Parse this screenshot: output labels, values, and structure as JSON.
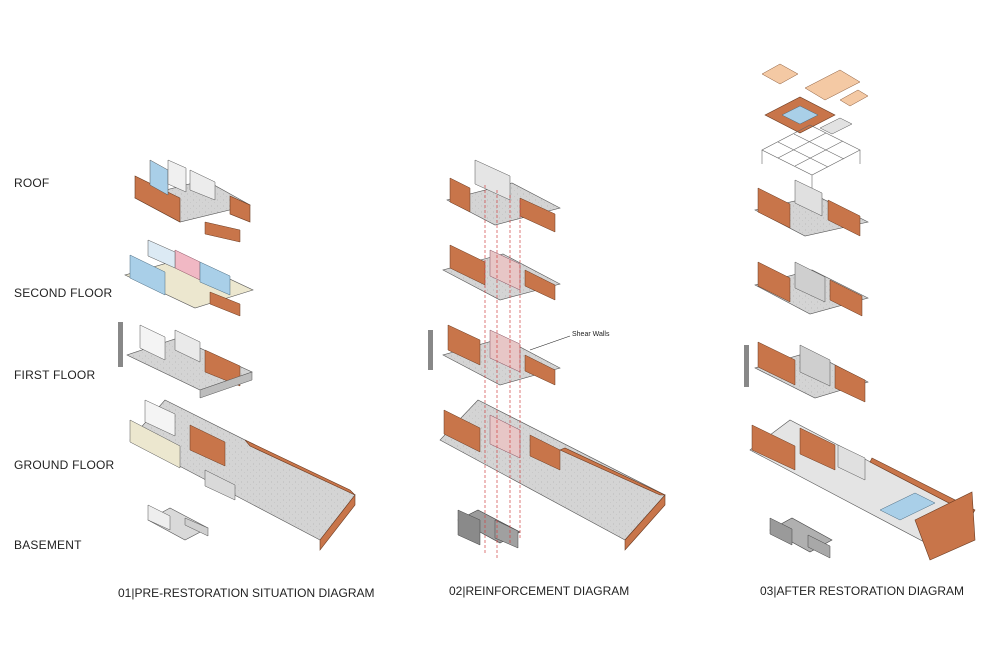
{
  "floor_labels": {
    "roof": "ROOF",
    "second_floor": "SECOND FLOOR",
    "first_floor": "FIRST FLOOR",
    "ground_floor": "GROUND FLOOR",
    "basement": "BASEMENT"
  },
  "captions": {
    "pre_restoration": "01|PRE-RESTORATION SITUATION DIAGRAM",
    "reinforcement": "02|REINFORCEMENT DIAGRAM",
    "after_restoration": "03|AFTER RESTORATION DIAGRAM"
  },
  "annotations": {
    "shear_walls": "Shear Walls"
  },
  "colors": {
    "brick": "#c8754a",
    "brick_dark": "#a85a35",
    "slab": "#d6d6d6",
    "slab_dark": "#b9b9b9",
    "blue_room": "#a9cfe8",
    "pink_room": "#f1b8c4",
    "cream_room": "#ece7cf",
    "light_orange": "#f4c9a4",
    "shear_wall": "#e7c6c6",
    "dashed_red": "#d04040"
  }
}
